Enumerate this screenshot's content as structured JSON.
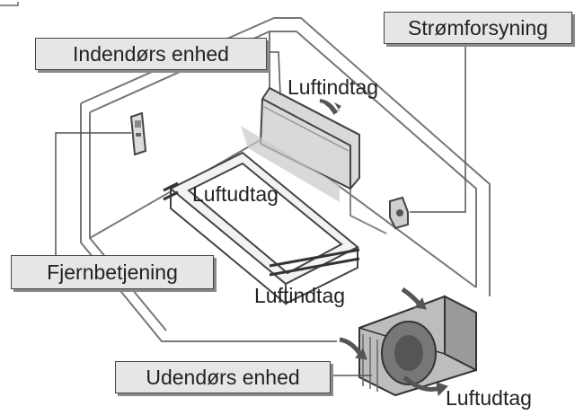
{
  "labels": {
    "indoor_unit": "Indendørs enhed",
    "power_supply": "Strømforsyning",
    "remote_control": "Fjernbetjening",
    "outdoor_unit": "Udendørs enhed"
  },
  "airflow": {
    "indoor_intake": "Luftindtag",
    "indoor_outlet": "Luftudtag",
    "outdoor_intake": "Luftindtag",
    "outdoor_outlet": "Luftudtag"
  },
  "colors": {
    "line": "#555555",
    "label_fill": "#e6e6e6",
    "unit_fill": "#d8d8d8"
  }
}
